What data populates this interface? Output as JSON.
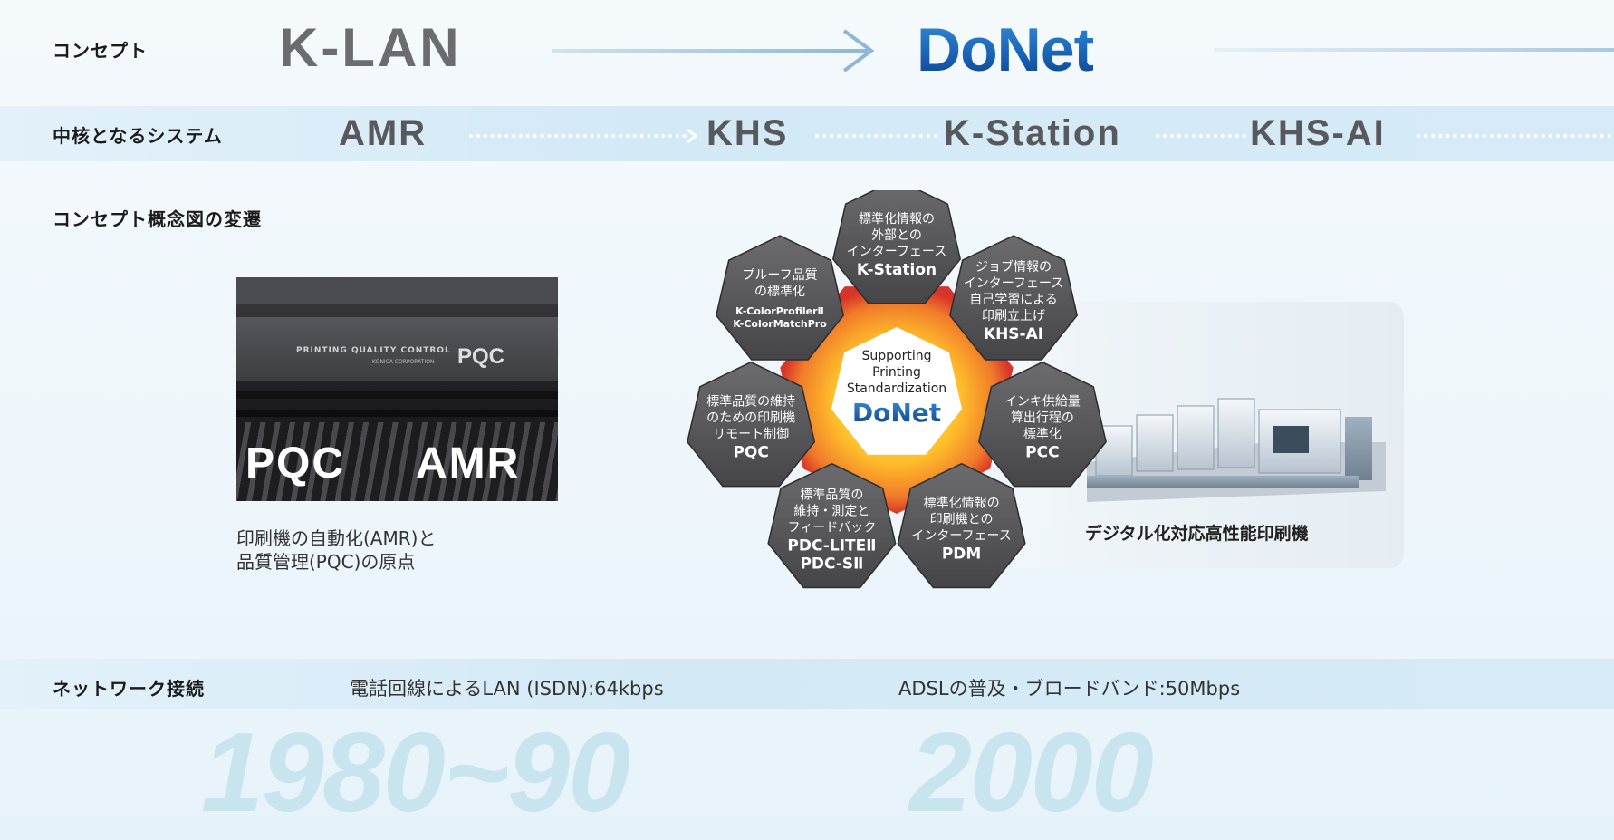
{
  "rows": {
    "concept": "コンセプト",
    "core_system": "中核となるシステム",
    "diagram_history": "コンセプト概念図の変遷",
    "network": "ネットワーク接続"
  },
  "concept": {
    "old": "K-LAN",
    "new": "DoNet"
  },
  "systems": [
    "AMR",
    "KHS",
    "K-Station",
    "KHS-AI"
  ],
  "photo": {
    "panel_text": "PRINTING QUALITY CONTROL",
    "panel_sub": "KONICA CORPORATION",
    "panel_logo": "PQC",
    "left": "PQC",
    "right": "AMR"
  },
  "caption": {
    "line1": "印刷機の自動化(AMR)と",
    "line2": "品質管理(PQC)の原点"
  },
  "hub": {
    "line1": "Supporting",
    "line2": "Printing",
    "line3": "Standardization",
    "brand": "DoNet"
  },
  "petals": [
    {
      "lines": [
        "標準化情報の",
        "外部との",
        "インターフェース"
      ],
      "names": [
        "K-Station"
      ]
    },
    {
      "lines": [
        "ジョブ情報の",
        "インターフェース",
        "自己学習による",
        "印刷立上げ"
      ],
      "names": [
        "KHS-AI"
      ]
    },
    {
      "lines": [
        "インキ供給量",
        "算出行程の",
        "標準化"
      ],
      "names": [
        "PCC"
      ]
    },
    {
      "lines": [
        "標準化情報の",
        "印刷機との",
        "インターフェース"
      ],
      "names": [
        "PDM"
      ]
    },
    {
      "lines": [
        "標準品質の",
        "維持・測定と",
        "フィードバック"
      ],
      "names": [
        "PDC-LITEⅡ",
        "PDC-SⅡ"
      ]
    },
    {
      "lines": [
        "標準品質の維持",
        "のための印刷機",
        "リモート制御"
      ],
      "names": [
        "PQC"
      ]
    },
    {
      "lines": [
        "プルーフ品質",
        "の標準化"
      ],
      "names": [
        "K-ColorProfilerⅡ",
        "K-ColorMatchPro"
      ]
    }
  ],
  "press_label": "デジタル化対応高性能印刷機",
  "network": {
    "era1": "電話回線によるLAN (ISDN):64kbps",
    "era2": "ADSLの普及・ブロードバンド:50Mbps"
  },
  "years": [
    "1980~90",
    "2000"
  ]
}
